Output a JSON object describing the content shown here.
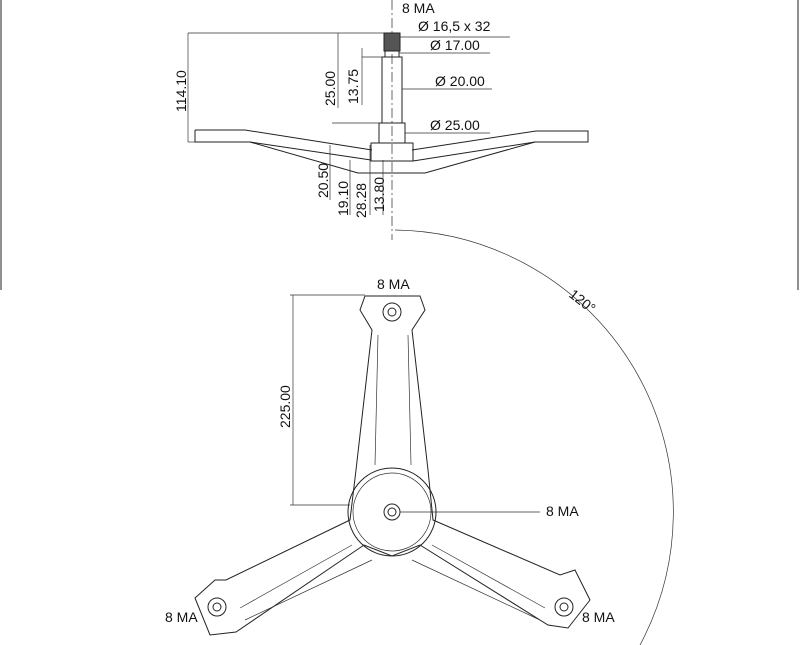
{
  "side_view": {
    "thread_label": "8 MA",
    "spline_dim": "Ø 16,5 x 32",
    "dia_17": "Ø 17.00",
    "dia_20": "Ø 20.00",
    "dia_25": "Ø 25.00",
    "height_total": "114.10",
    "len_25": "25.00",
    "len_1375": "13.75",
    "dim_2050": "20.50",
    "dim_1910": "19.10",
    "dim_2828": "28.28",
    "dim_1380": "13.80"
  },
  "top_view": {
    "top_hole_label": "8 MA",
    "arm_length": "225.00",
    "center_label": "8 MA",
    "left_hole_label": "8 MA",
    "right_hole_label": "8 MA",
    "angle_label": "120°"
  }
}
